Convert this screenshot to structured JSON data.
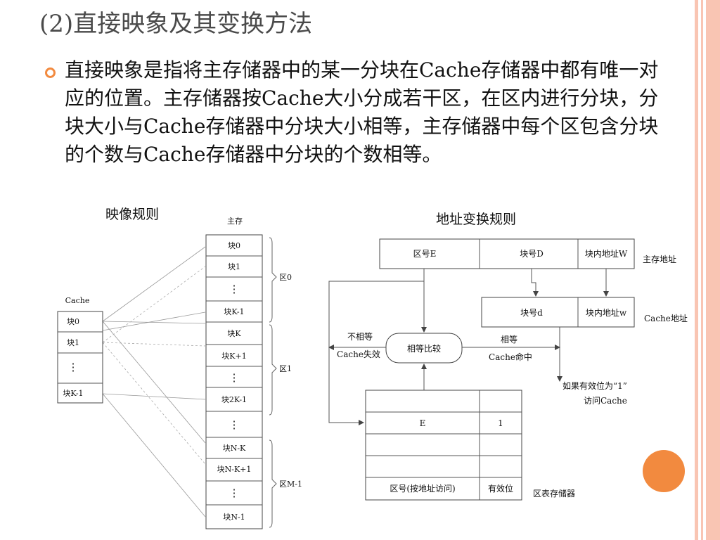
{
  "colors": {
    "title": "#4a4a4a",
    "accent_orange": "#f28a3f",
    "stripe_pink": "#f9c5b3"
  },
  "slide": {
    "title": "(2)直接映象及其变换方法",
    "bullet_icon": "circle-bullet-icon",
    "bullet_text": "直接映象是指将主存储器中的某一分块在Cache存储器中都有唯一对应的位置。主存储器按Cache大小分成若干区，在区内进行分块，分块大小与Cache存储器中分块大小相等，主存储器中每个区包含分块的个数与Cache存储器中分块的个数相等。"
  },
  "mapping_rule": {
    "caption": "映像规则",
    "main_memory_label": "主存",
    "main_blocks": [
      "块0",
      "块1",
      "⋮",
      "块K-1",
      "块K",
      "块K+1",
      "⋮",
      "块2K-1",
      "⋮",
      "块N-K",
      "块N-K+1",
      "⋮",
      "块N-1"
    ],
    "regions": [
      "区0",
      "区1",
      "区M-1"
    ],
    "cache_label": "Cache",
    "cache_blocks": [
      "块0",
      "块1",
      "⋮",
      "块K-1"
    ]
  },
  "address_rule": {
    "caption": "地址变换规则",
    "main_address_fields": [
      "区号E",
      "块号D",
      "块内地址W"
    ],
    "main_address_label": "主存地址",
    "cache_address_fields": [
      "块号d",
      "块内地址w"
    ],
    "cache_address_label": "Cache地址",
    "compare_label": "相等比较",
    "not_equal_label": "不相等",
    "miss_label": "Cache失效",
    "equal_label": "相等",
    "hit_label": "Cache命中",
    "valid_note": [
      "如果有效位为“1”",
      "访问Cache"
    ],
    "table_row_values": [
      "E",
      "1"
    ],
    "table_headers": [
      "区号(按地址访问)",
      "有效位"
    ],
    "table_label": "区表存储器"
  }
}
